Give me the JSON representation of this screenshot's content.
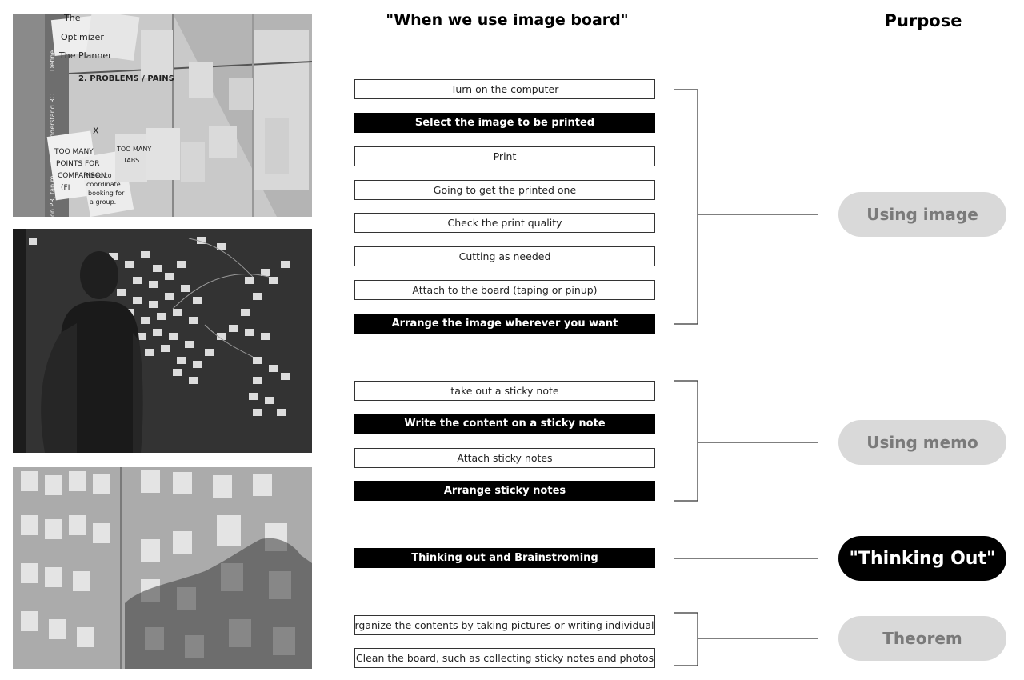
{
  "header": {
    "column_title": "\"When we use image board\"",
    "purpose_title": "Purpose"
  },
  "photos": {
    "photo1": {
      "handwriting": [
        "The",
        "Optimizer",
        "The Planner",
        "2. PROBLEMS / PAINS",
        "understand RC",
        "Define",
        "TOO MANY POINTS FOR COMPARISON (FI",
        "TOO MANY TABS",
        "Need to coordinate booking for a group.",
        "X",
        "on PR, tap.m"
      ]
    }
  },
  "groups": [
    {
      "purpose": "Using image",
      "steps": [
        {
          "text": "Turn on the computer",
          "style": "outline"
        },
        {
          "text": "Select the image to be printed",
          "style": "solid"
        },
        {
          "text": "Print",
          "style": "outline"
        },
        {
          "text": "Going to get the printed one",
          "style": "outline"
        },
        {
          "text": "Check the print quality",
          "style": "outline"
        },
        {
          "text": "Cutting as needed",
          "style": "outline"
        },
        {
          "text": "Attach to the board (taping or pinup)",
          "style": "outline"
        },
        {
          "text": "Arrange the image wherever you want",
          "style": "solid"
        }
      ]
    },
    {
      "purpose": "Using memo",
      "steps": [
        {
          "text": "take out a sticky note",
          "style": "outline"
        },
        {
          "text": "Write the content on a sticky note",
          "style": "solid"
        },
        {
          "text": "Attach sticky notes",
          "style": "outline"
        },
        {
          "text": "Arrange sticky notes",
          "style": "solid"
        }
      ]
    },
    {
      "purpose": "\"Thinking Out\"",
      "steps": [
        {
          "text": "Thinking out and Brainstroming",
          "style": "solid"
        }
      ]
    },
    {
      "purpose": "Theorem",
      "steps": [
        {
          "text": "Organize the contents by taking pictures or writing individually",
          "style": "outline"
        },
        {
          "text": "Clean the board, such as collecting sticky notes and photos",
          "style": "outline"
        }
      ]
    }
  ]
}
